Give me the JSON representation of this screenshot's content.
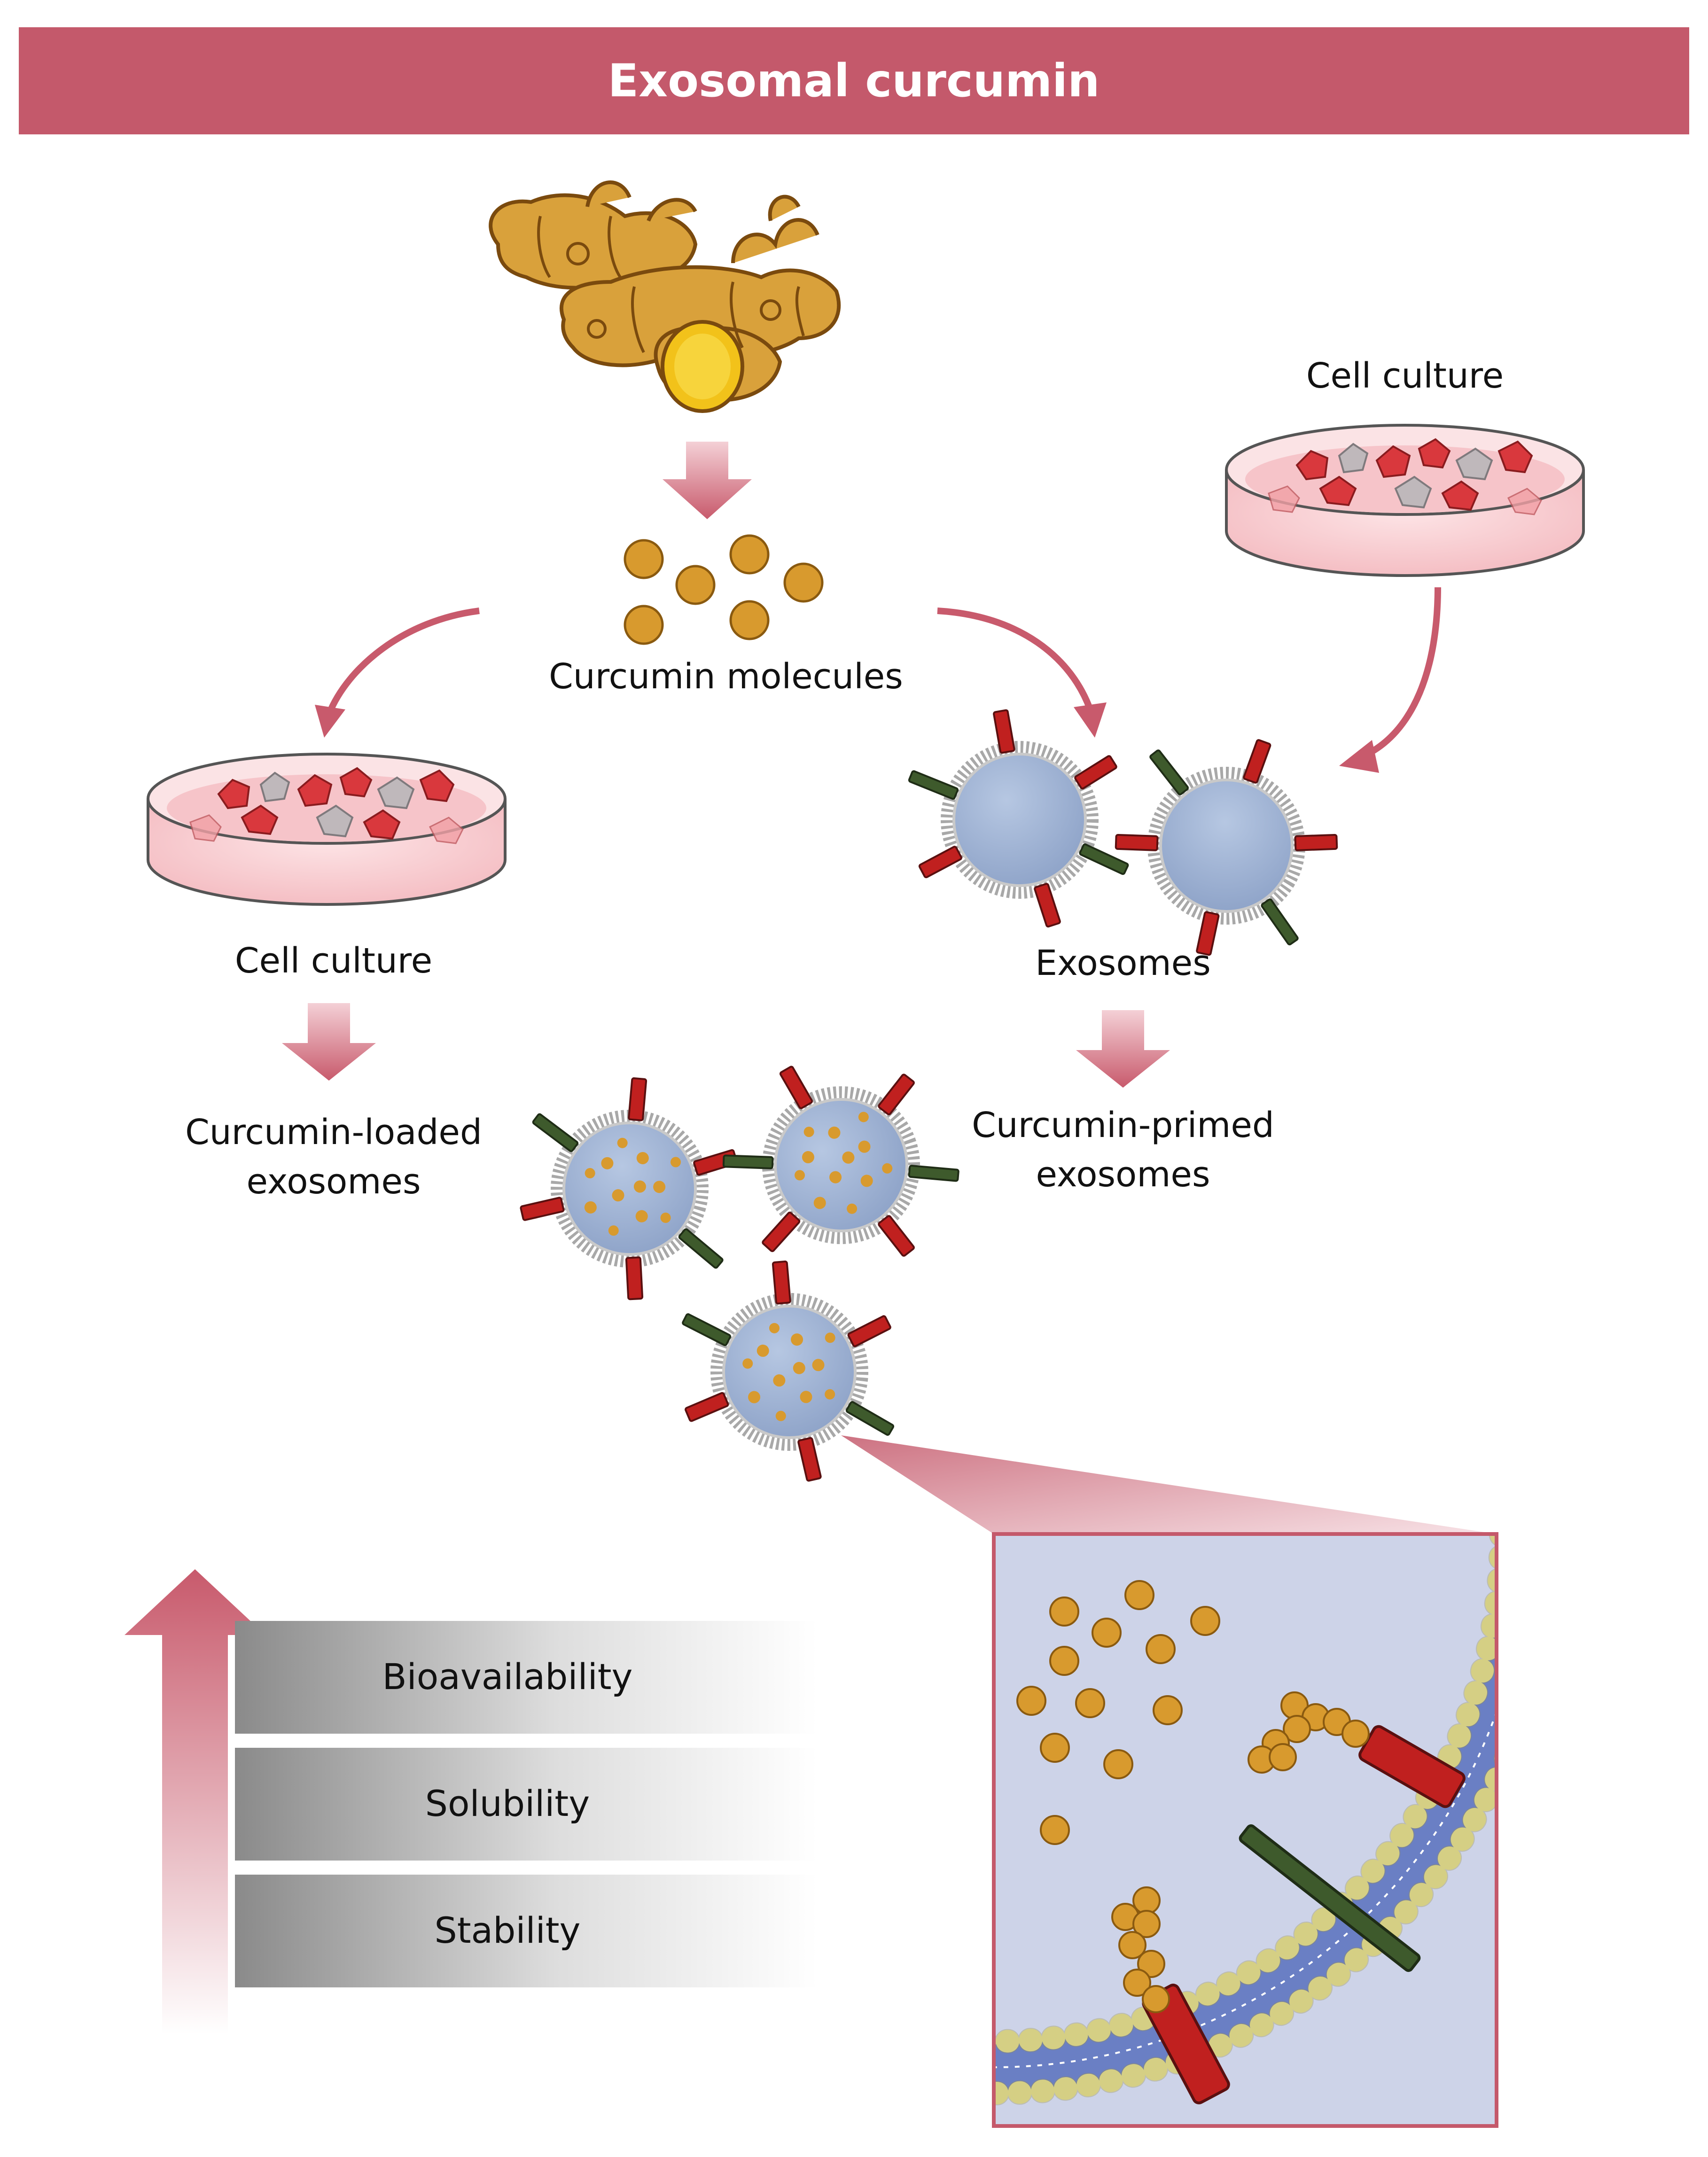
{
  "title": "Exosomal curcumin",
  "labels": {
    "curcumin_molecules": "Curcumin molecules",
    "cell_culture_left": "Cell culture",
    "cell_culture_right": "Cell culture",
    "exosomes": "Exosomes",
    "loaded_line1": "Curcumin-loaded",
    "loaded_line2": "exosomes",
    "primed_line1": "Curcumin-primed",
    "primed_line2": "exosomes"
  },
  "properties": [
    "Bioavailability",
    "Solubility",
    "Stability"
  ],
  "colors": {
    "banner": "#c4596b",
    "arrow": "#c85a6c",
    "curcumin": "#d89a2e",
    "exosome": "#9fb3d4",
    "receptor_red": "#c0201f",
    "receptor_green": "#3e5a2c",
    "lipid_head": "#f5f0a0",
    "membrane": "#6a7fc4",
    "zoom_bg": "#cdd3e8"
  },
  "icons": [
    "turmeric-root-icon",
    "petri-dish-icon",
    "exosome-icon",
    "curcumin-molecule-icon",
    "lipid-bilayer-icon"
  ]
}
